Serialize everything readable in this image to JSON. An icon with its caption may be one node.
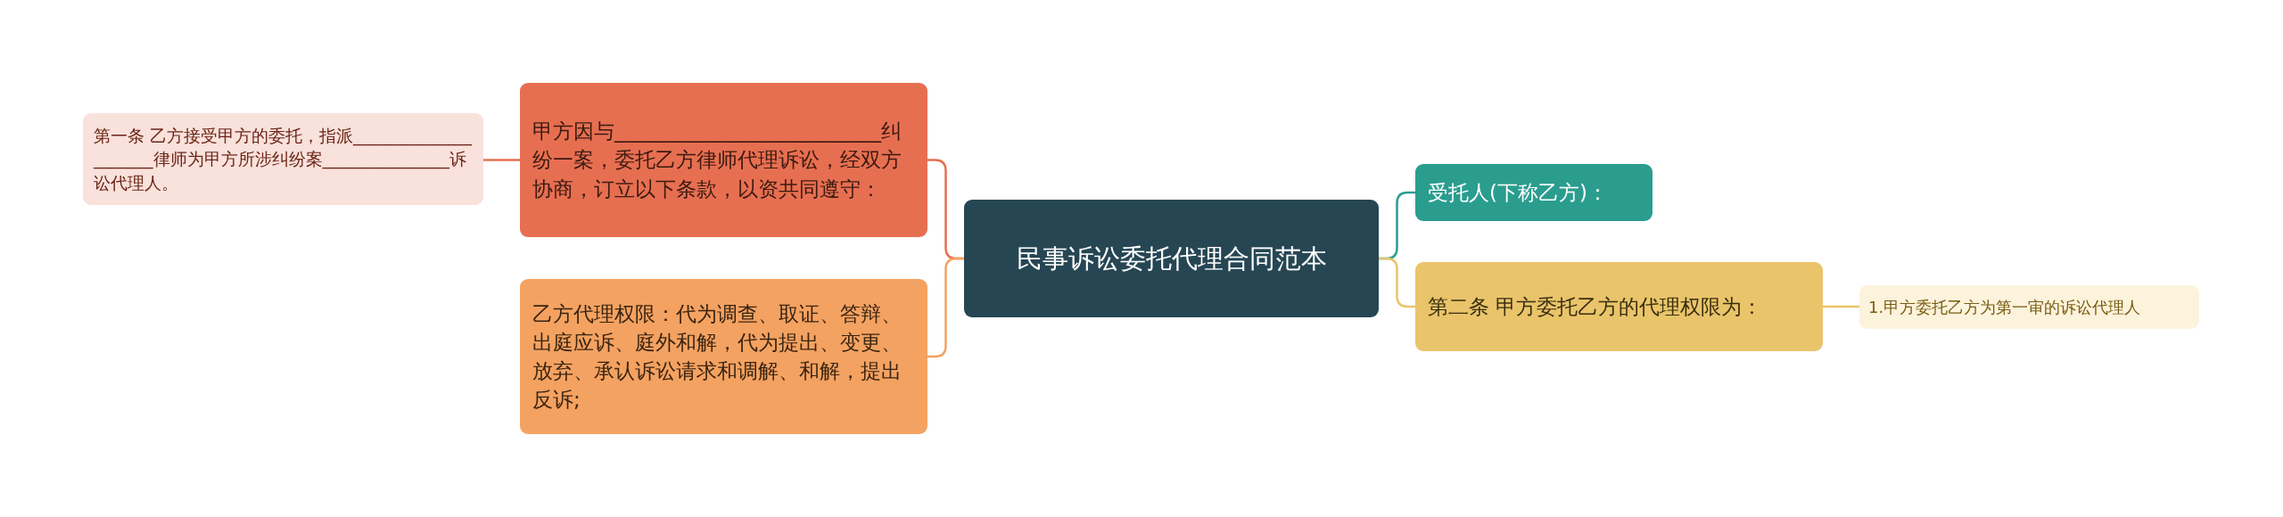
{
  "diagram": {
    "nodes": [
      {
        "text": [
          "民事诉讼委托代理合同范本"
        ]
      },
      {
        "text": [
          "甲方因与__________________________纠纷一案，委托乙方律师代理诉讼，经双方协商，订立以下条款，以资共同遵守："
        ]
      },
      {
        "text": [
          "第一条 乙方接受甲方的委托，指派_____________________律师为甲方所涉纠纷案_______________诉讼代理人。"
        ]
      },
      {
        "text": [
          "乙方代理权限：代为调查、取证、答辩、出庭应诉、庭外和解，代为提出、变更、放弃、承认诉讼请求和调解、和解，提出反诉;"
        ]
      },
      {
        "text": [
          "受托人(下称乙方)："
        ]
      },
      {
        "text": [
          "第二条 甲方委托乙方的代理权限为："
        ]
      },
      {
        "text": [
          "1.甲方委托乙方为第一审的诉讼代理人"
        ]
      }
    ],
    "edges": [
      {
        "from": 0,
        "to": 1,
        "arrow": "none",
        "color": "#e76f51"
      },
      {
        "from": 1,
        "to": 2,
        "arrow": "none",
        "color": "#e76f51"
      },
      {
        "from": 0,
        "to": 3,
        "arrow": "none",
        "color": "#f4a261"
      },
      {
        "from": 0,
        "to": 4,
        "arrow": "none",
        "color": "#2a9d8f"
      },
      {
        "from": 0,
        "to": 5,
        "arrow": "none",
        "color": "#e9c46a"
      },
      {
        "from": 5,
        "to": 6,
        "arrow": "none",
        "color": "#e9c46a"
      }
    ]
  }
}
